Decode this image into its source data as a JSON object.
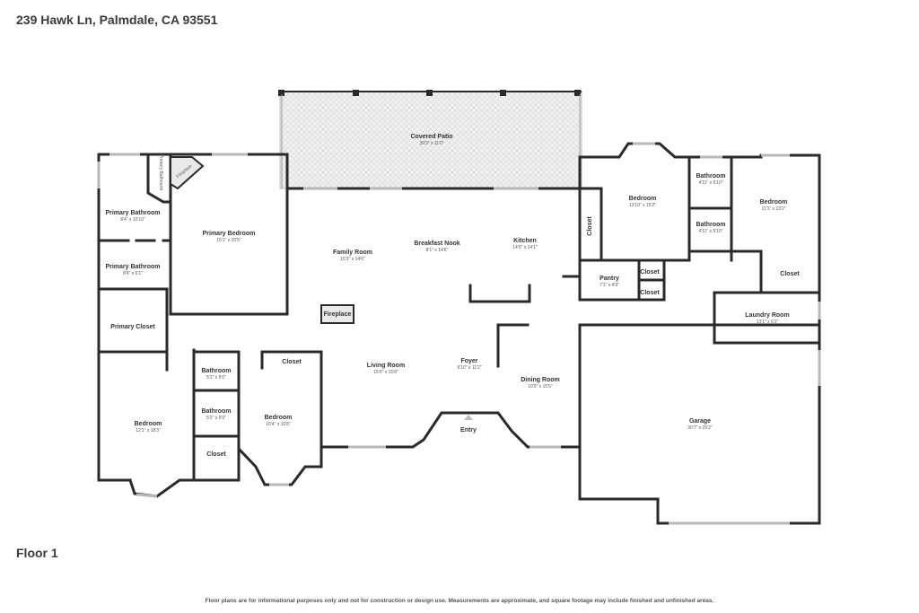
{
  "header": {
    "address": "239 Hawk Ln, Palmdale, CA 93551"
  },
  "floor_label": "Floor 1",
  "disclaimer": "Floor plans are for informational purposes only and not for construction or design use. Measurements are approximate, and square footage may include finished and unfinished areas.",
  "rooms": [
    {
      "id": "covered-patio",
      "name": "Covered Patio",
      "dims": "39'3\" x 11'0\""
    },
    {
      "id": "primary-bathroom-1",
      "name": "Primary Bathroom",
      "dims": "8'4\" x 10'10\""
    },
    {
      "id": "primary-bathroom-2",
      "name": "Primary Bathroom",
      "dims": "8'4\" x 6'1\""
    },
    {
      "id": "primary-bathroom-vertical",
      "name": "Primary Bathroom",
      "dims": ""
    },
    {
      "id": "primary-bedroom",
      "name": "Primary Bedroom",
      "dims": "15'1\" x 20'5\""
    },
    {
      "id": "primary-closet",
      "name": "Primary Closet",
      "dims": ""
    },
    {
      "id": "family-room",
      "name": "Family Room",
      "dims": "15'3\" x 14'6\""
    },
    {
      "id": "breakfast-nook",
      "name": "Breakfast Nook",
      "dims": "8'1\" x 14'6\""
    },
    {
      "id": "kitchen",
      "name": "Kitchen",
      "dims": "14'0\" x 14'1\""
    },
    {
      "id": "bedroom-ne",
      "name": "Bedroom",
      "dims": "13'10\" x 15'2\""
    },
    {
      "id": "bathroom-ne-1",
      "name": "Bathroom",
      "dims": "4'11\" x 5'10\""
    },
    {
      "id": "bathroom-ne-2",
      "name": "Bathroom",
      "dims": "4'11\" x 5'10\""
    },
    {
      "id": "bedroom-e",
      "name": "Bedroom",
      "dims": "11'1\" x 13'2\""
    },
    {
      "id": "pantry",
      "name": "Pantry",
      "dims": "7'1\" x 4'9\""
    },
    {
      "id": "laundry-room",
      "name": "Laundry Room",
      "dims": "13'1\" x 6'1\""
    },
    {
      "id": "living-room",
      "name": "Living Room",
      "dims": "15'0\" x 15'8\""
    },
    {
      "id": "foyer",
      "name": "Foyer",
      "dims": "6'10\" x 11'2\""
    },
    {
      "id": "dining-room",
      "name": "Dining Room",
      "dims": "10'3\" x 15'5\""
    },
    {
      "id": "garage",
      "name": "Garage",
      "dims": "30'7\" x 25'2\""
    },
    {
      "id": "bedroom-sw",
      "name": "Bedroom",
      "dims": "12'1\" x 18'3\""
    },
    {
      "id": "bathroom-s-1",
      "name": "Bathroom",
      "dims": "5'2\" x 5'0\""
    },
    {
      "id": "bathroom-s-2",
      "name": "Bathroom",
      "dims": "5'2\" x 5'0\""
    },
    {
      "id": "bedroom-s",
      "name": "Bedroom",
      "dims": "10'4\" x 16'8\""
    }
  ],
  "labels": {
    "fireplace_main": "Fireplace",
    "fireplace_primary": "Fireplace",
    "closet_kitchen": "Closet",
    "closet_pantry_1": "Closet",
    "closet_pantry_2": "Closet",
    "closet_e": "Closet",
    "closet_bed_s": "Closet",
    "closet_bath_s": "Closet",
    "entry": "Entry"
  },
  "colors": {
    "wall": "#2a2a2a",
    "window": "#b8b8b8",
    "patio_fill": "#eeeeee"
  }
}
